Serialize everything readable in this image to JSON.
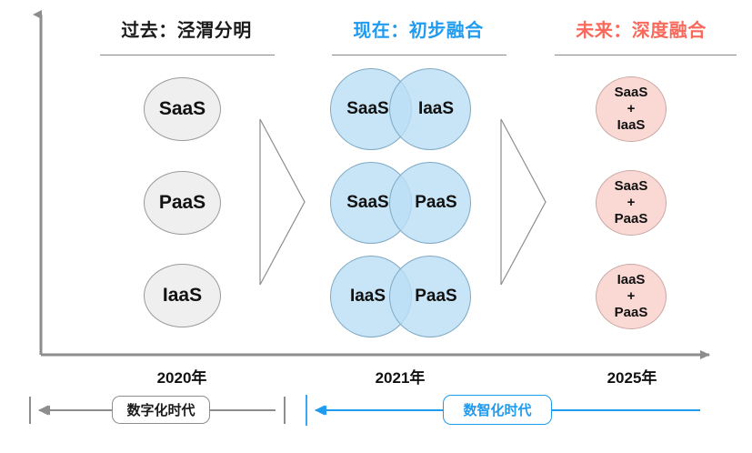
{
  "diagram": {
    "title_semantic": "cloud-service-convergence-timeline",
    "colors": {
      "past_header": "#1a1a1a",
      "present_header": "#1f9bf0",
      "future_header": "#f8695c",
      "grey_circle_fill": "#efefef",
      "grey_circle_stroke": "#9a9a9a",
      "blue_circle_fill": "#bade f5",
      "blue_circle_stroke": "#7fa9c4",
      "pink_circle_fill": "#fad9d5",
      "pink_circle_stroke": "#c9a8a4",
      "axis": "#8d8d8d",
      "accent_blue": "#1f9bf0"
    },
    "columns": [
      {
        "key": "past",
        "header": "过去：泾渭分明",
        "year": "2020年",
        "items": [
          {
            "label": "SaaS"
          },
          {
            "label": "PaaS"
          },
          {
            "label": "IaaS"
          }
        ]
      },
      {
        "key": "present",
        "header": "现在：初步融合",
        "year": "2021年",
        "items": [
          {
            "left": "SaaS",
            "right": "IaaS"
          },
          {
            "left": "SaaS",
            "right": "PaaS"
          },
          {
            "left": "IaaS",
            "right": "PaaS"
          }
        ]
      },
      {
        "key": "future",
        "header": "未来：深度融合",
        "year": "2025年",
        "items": [
          {
            "top": "SaaS",
            "plus": "+",
            "bottom": "IaaS"
          },
          {
            "top": "SaaS",
            "plus": "+",
            "bottom": "PaaS"
          },
          {
            "top": "IaaS",
            "plus": "+",
            "bottom": "PaaS"
          }
        ]
      }
    ],
    "eras": [
      {
        "key": "digital",
        "label": "数字化时代"
      },
      {
        "key": "intelligent",
        "label": "数智化时代"
      }
    ]
  }
}
